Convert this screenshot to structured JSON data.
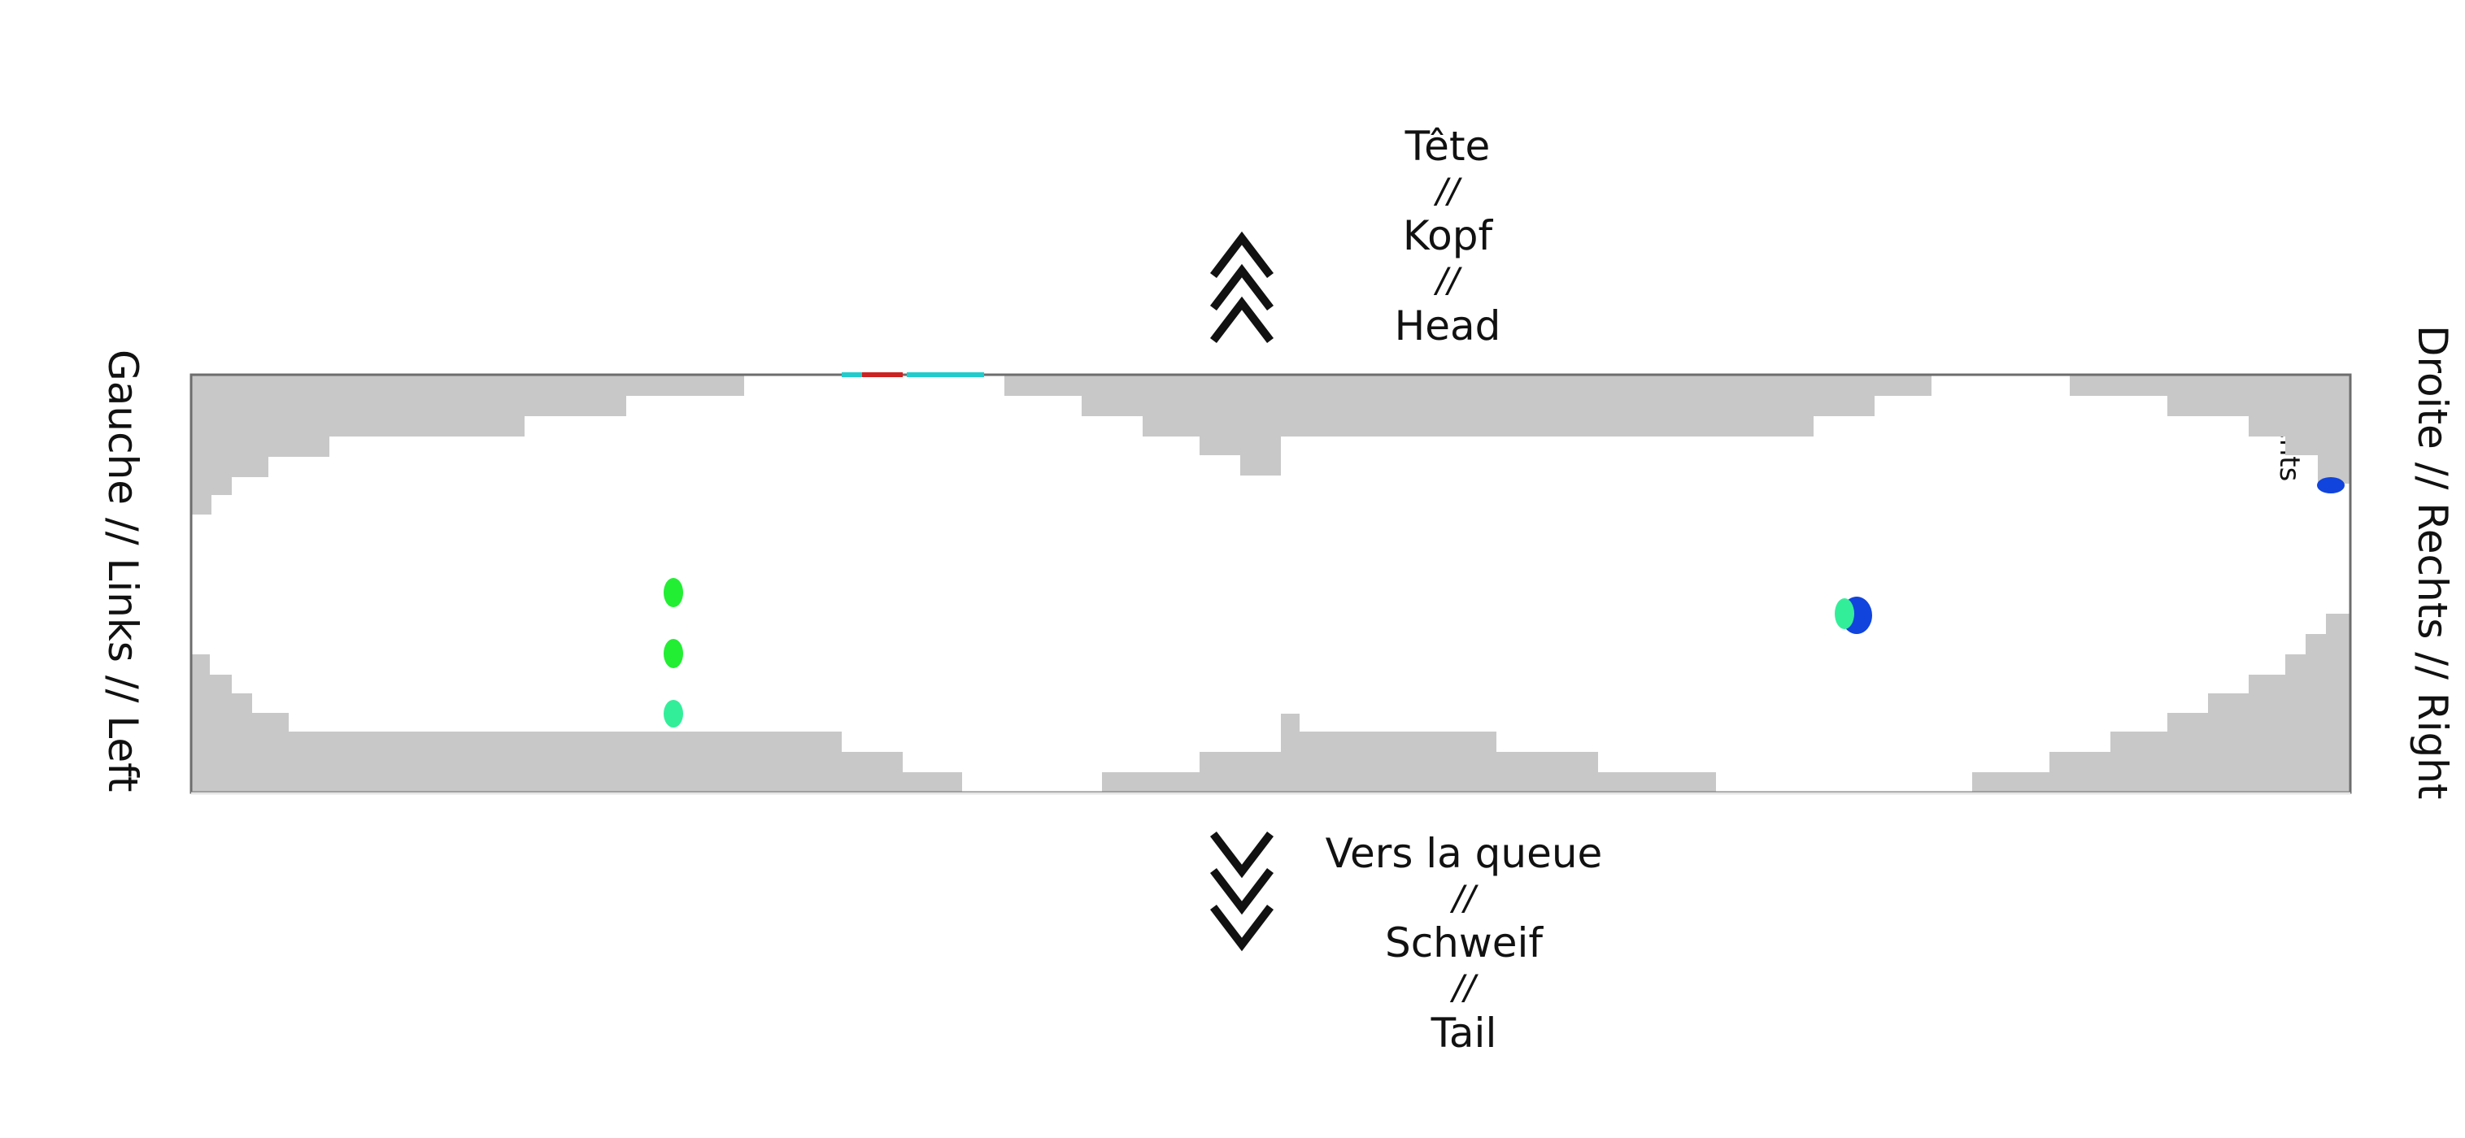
{
  "labels": {
    "top": [
      "Tête",
      "//",
      "Kopf",
      "//",
      "Head"
    ],
    "bottom": [
      "Vers la queue",
      "//",
      "Schweif",
      "//",
      "Tail"
    ],
    "left": "Gauche // Links // Left",
    "right": "Droite // Rechts // Right",
    "inner_right": "Rechts"
  },
  "colors": {
    "frame": "#6d6d6d",
    "fill": "#c8c8c8",
    "arrow": "#111111",
    "marker_green": "#22ee33",
    "marker_mint": "#33ee99",
    "marker_blue": "#1144dd",
    "marker_red": "#cc2222",
    "marker_cyan": "#22cccc"
  },
  "icons": {
    "up": "triple-chevron-up-icon",
    "down": "triple-chevron-down-icon"
  }
}
